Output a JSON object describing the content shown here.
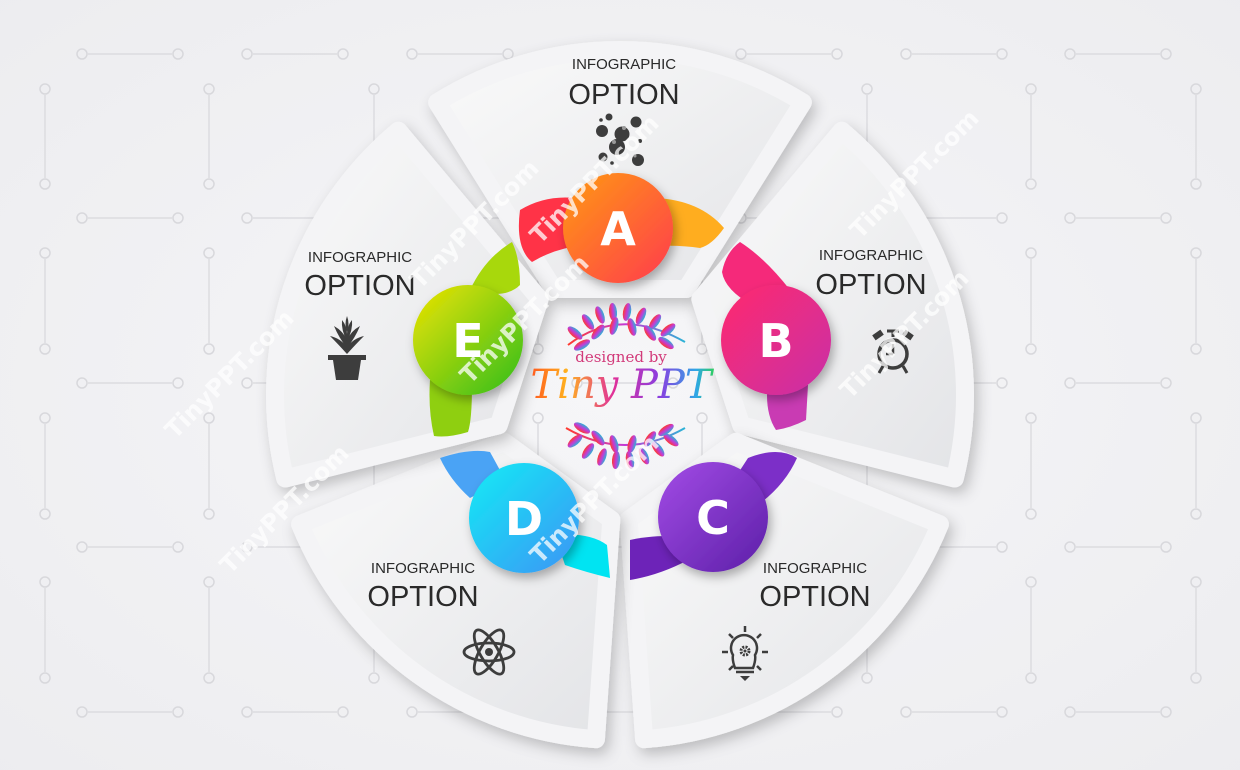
{
  "diagram": {
    "type": "cycle-infographic",
    "center_logo": {
      "byline": "designed by",
      "brand": "Tiny PPT"
    },
    "options": [
      {
        "id": "A",
        "letter": "A",
        "title_small": "INFOGRAPHIC",
        "title_big": "OPTION",
        "icon": "bubbles-icon",
        "color_start": "#ff8a1a",
        "color_end": "#ff3d4d",
        "ribbon_left": "#ff3347",
        "ribbon_right": "#ffad1f"
      },
      {
        "id": "B",
        "letter": "B",
        "title_small": "INFOGRAPHIC",
        "title_big": "OPTION",
        "icon": "alarm-clock-icon",
        "color_start": "#ff2d78",
        "color_end": "#d0309a",
        "ribbon_left": "#f5297a",
        "ribbon_right": "#c93bb3"
      },
      {
        "id": "C",
        "letter": "C",
        "title_small": "INFOGRAPHIC",
        "title_big": "OPTION",
        "icon": "lightbulb-gear-icon",
        "color_start": "#9b47e0",
        "color_end": "#6a24b4",
        "ribbon_left": "#6d23b8",
        "ribbon_right": "#7c2fc8"
      },
      {
        "id": "D",
        "letter": "D",
        "title_small": "INFOGRAPHIC",
        "title_big": "OPTION",
        "icon": "atom-icon",
        "color_start": "#1ee3f5",
        "color_end": "#3a9cf5",
        "ribbon_left": "#4aa3f5",
        "ribbon_right": "#00e4f2"
      },
      {
        "id": "E",
        "letter": "E",
        "title_small": "INFOGRAPHIC",
        "title_big": "OPTION",
        "icon": "potted-plant-icon",
        "color_start": "#e4e20a",
        "color_end": "#3cc21b",
        "ribbon_left": "#8fcf10",
        "ribbon_right": "#a8d80c"
      }
    ],
    "watermark": "TinyPPT.com"
  }
}
